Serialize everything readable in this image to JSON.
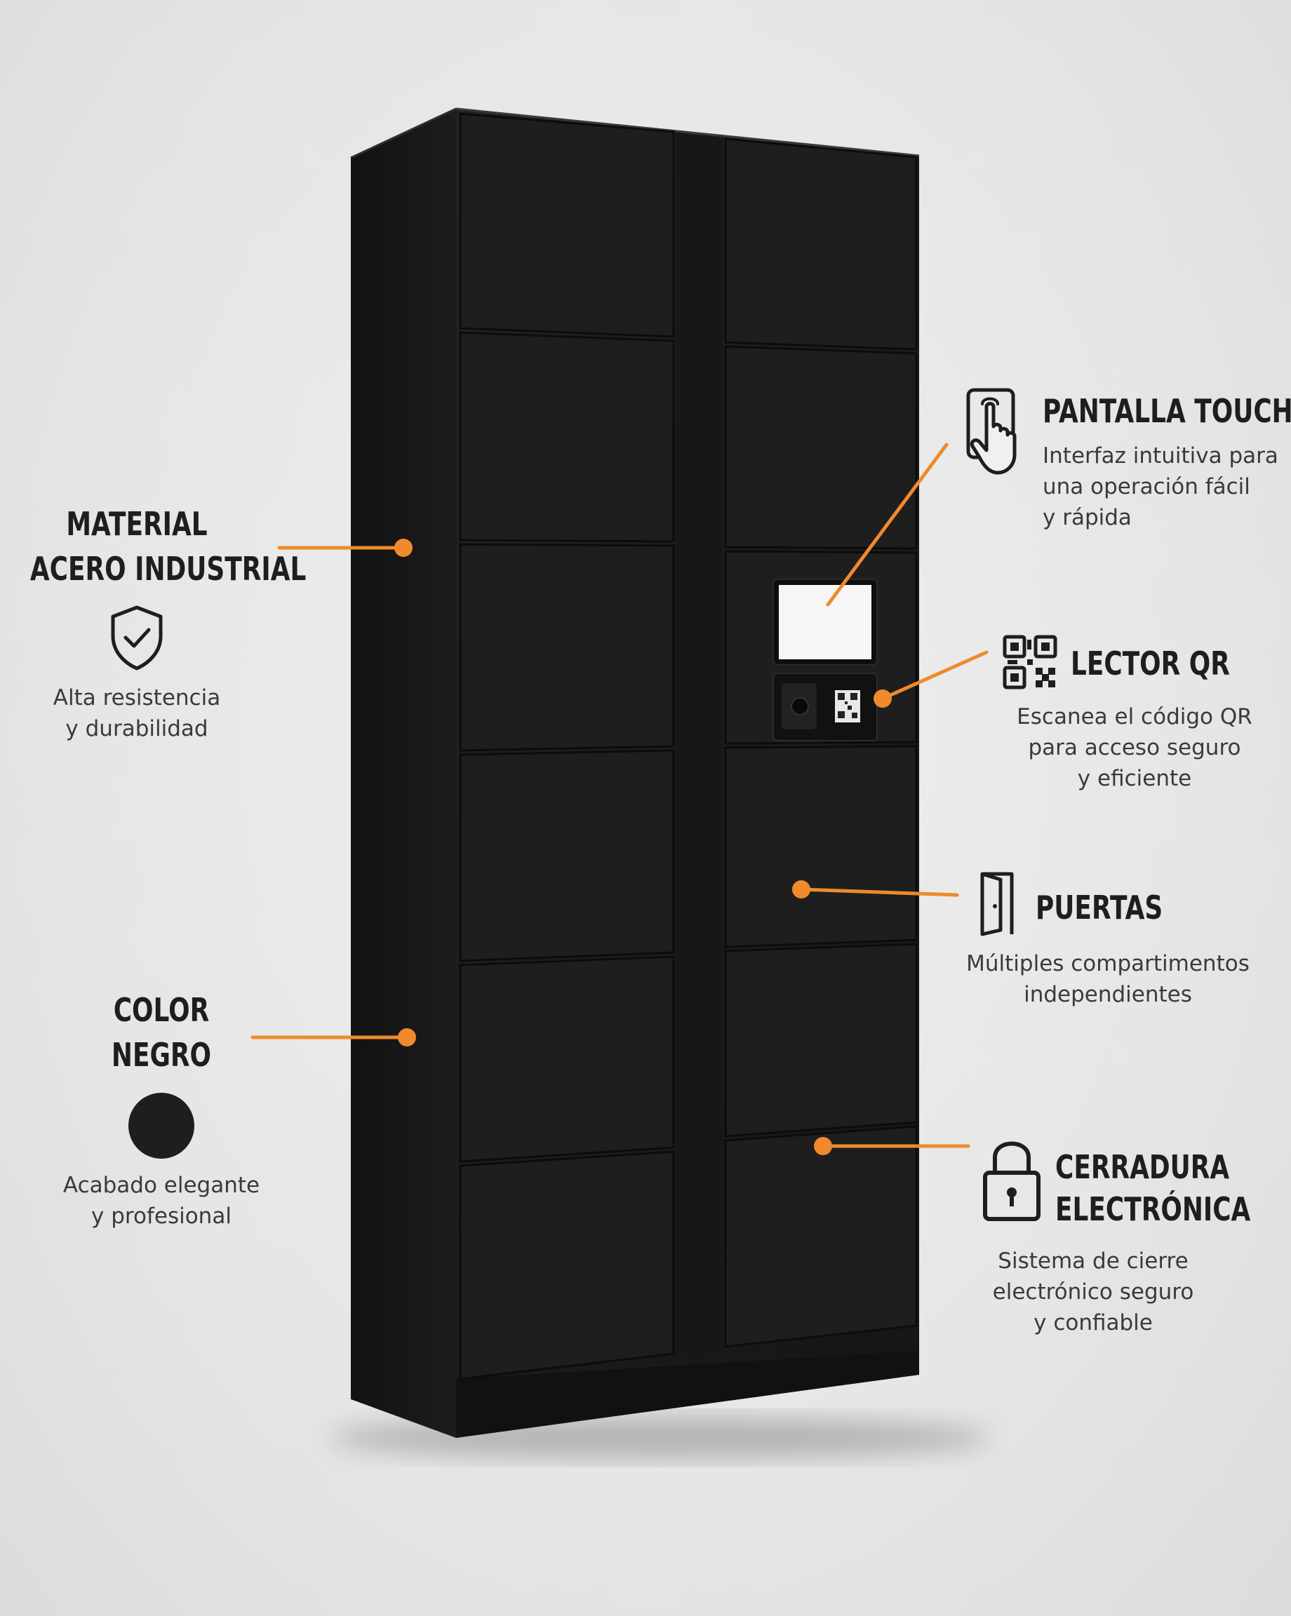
{
  "accent_color": "#f08a2c",
  "locker_color": "#1a1a1a",
  "features": [
    {
      "id": "material",
      "icon": "shield-check-icon",
      "title_lines": [
        "MATERIAL",
        "ACERO INDUSTRIAL"
      ],
      "desc_lines": [
        "Alta resistencia",
        "y durabilidad"
      ]
    },
    {
      "id": "color",
      "icon": "black-circle-swatch",
      "title_lines": [
        "COLOR",
        "NEGRO"
      ],
      "desc_lines": [
        "Acabado elegante",
        "y profesional"
      ]
    },
    {
      "id": "pantalla",
      "icon": "touch-screen-icon",
      "title_lines": [
        "PANTALLA TOUCH"
      ],
      "desc_lines": [
        "Interfaz intuitiva para",
        "una operación fácil",
        "y rápida"
      ]
    },
    {
      "id": "lector",
      "icon": "qr-code-icon",
      "title_lines": [
        "LECTOR QR"
      ],
      "desc_lines": [
        "Escanea el código QR",
        "para acceso seguro",
        "y eficiente"
      ]
    },
    {
      "id": "puertas",
      "icon": "door-icon",
      "title_lines": [
        "PUERTAS"
      ],
      "desc_lines": [
        "Múltiples compartimentos",
        "independientes"
      ]
    },
    {
      "id": "cerradura",
      "icon": "padlock-icon",
      "title_lines": [
        "CERRADURA",
        "ELECTRÓNICA"
      ],
      "desc_lines": [
        "Sistema de cierre",
        "electrónico seguro",
        "y confiable"
      ]
    }
  ]
}
